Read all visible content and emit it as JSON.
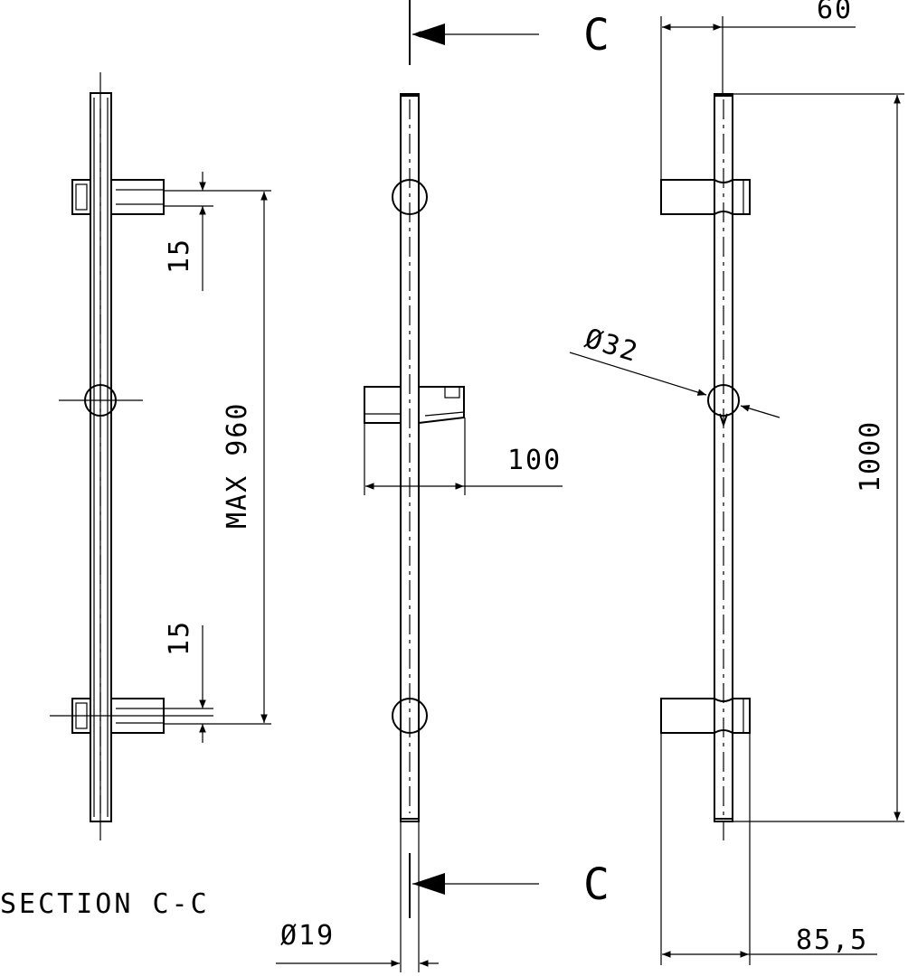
{
  "drawing": {
    "section_mark_top": "C",
    "section_mark_bottom": "C",
    "section_title": "SECTION C-C",
    "dimensions": {
      "top_width": "60",
      "bottom_width": "85,5",
      "bar_length": "1000",
      "slider_diameter": "Ø32",
      "bar_diameter": "Ø19",
      "slider_width": "100",
      "bracket_top_offset": "15",
      "bracket_bottom_offset": "15",
      "max_spacing": "MAX 960"
    }
  }
}
